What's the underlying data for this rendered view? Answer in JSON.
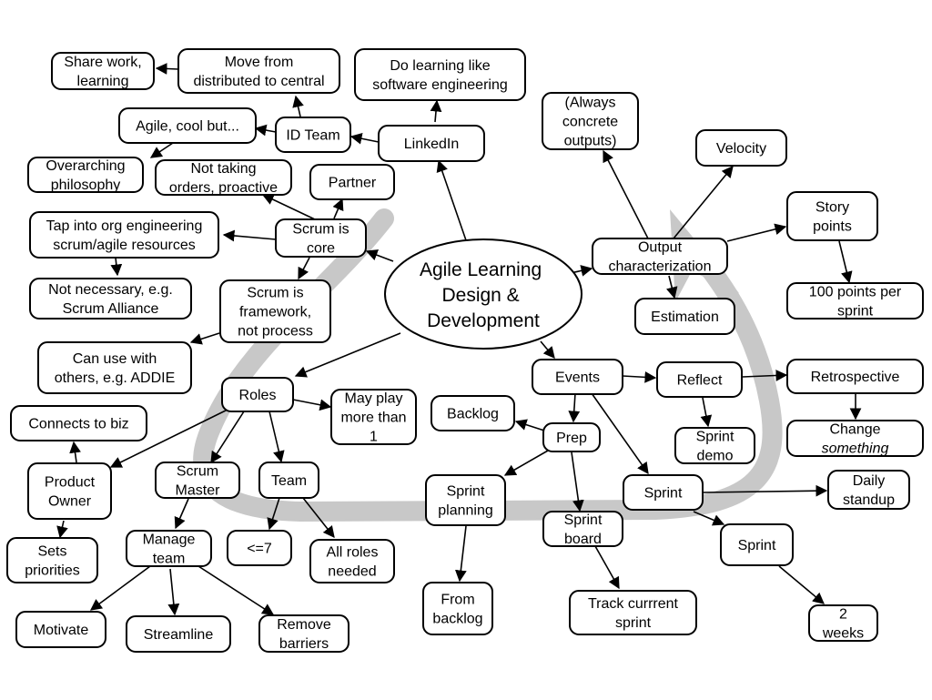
{
  "central": {
    "lines": [
      "Agile Learning",
      "Design &",
      "Development"
    ]
  },
  "nodes": [
    {
      "id": "share-work",
      "lines": [
        "Share work,",
        "learning"
      ]
    },
    {
      "id": "move-from",
      "lines": [
        "Move from",
        "distributed to central"
      ]
    },
    {
      "id": "do-learning",
      "lines": [
        "Do learning like",
        "software engineering"
      ]
    },
    {
      "id": "agile-cool",
      "lines": [
        "Agile, cool but..."
      ]
    },
    {
      "id": "id-team",
      "lines": [
        "ID Team"
      ]
    },
    {
      "id": "linkedin",
      "lines": [
        "LinkedIn"
      ]
    },
    {
      "id": "overarching",
      "lines": [
        "Overarching",
        "philosophy"
      ]
    },
    {
      "id": "not-taking",
      "lines": [
        "Not taking",
        "orders, proactive"
      ]
    },
    {
      "id": "partner",
      "lines": [
        "Partner"
      ]
    },
    {
      "id": "tap-into",
      "lines": [
        "Tap into org engineering",
        "scrum/agile resources"
      ]
    },
    {
      "id": "scrum-core",
      "lines": [
        "Scrum is",
        "core"
      ]
    },
    {
      "id": "not-necessary",
      "lines": [
        "Not necessary, e.g.",
        "Scrum Alliance"
      ]
    },
    {
      "id": "scrum-framework",
      "lines": [
        "Scrum is",
        "framework,",
        "not process"
      ]
    },
    {
      "id": "can-use",
      "lines": [
        "Can use with",
        "others, e.g. ADDIE"
      ]
    },
    {
      "id": "roles",
      "lines": [
        "Roles"
      ]
    },
    {
      "id": "may-play",
      "lines": [
        "May play",
        "more than",
        "1"
      ]
    },
    {
      "id": "connects-biz",
      "lines": [
        "Connects to biz"
      ]
    },
    {
      "id": "product-owner",
      "lines": [
        "Product",
        "Owner"
      ]
    },
    {
      "id": "scrum-master",
      "lines": [
        "Scrum",
        "Master"
      ]
    },
    {
      "id": "team",
      "lines": [
        "Team"
      ]
    },
    {
      "id": "sets-priorities",
      "lines": [
        "Sets",
        "priorities"
      ]
    },
    {
      "id": "manage-team",
      "lines": [
        "Manage",
        "team"
      ]
    },
    {
      "id": "le7",
      "lines": [
        "<=7"
      ]
    },
    {
      "id": "all-roles",
      "lines": [
        "All roles",
        "needed"
      ]
    },
    {
      "id": "motivate",
      "lines": [
        "Motivate"
      ]
    },
    {
      "id": "streamline",
      "lines": [
        "Streamline"
      ]
    },
    {
      "id": "remove-barriers",
      "lines": [
        "Remove",
        "barriers"
      ]
    },
    {
      "id": "always-concrete",
      "lines": [
        "(Always",
        "concrete",
        "outputs)"
      ]
    },
    {
      "id": "velocity",
      "lines": [
        "Velocity"
      ]
    },
    {
      "id": "story-points",
      "lines": [
        "Story",
        "points"
      ]
    },
    {
      "id": "output-char",
      "lines": [
        "Output",
        "characterization"
      ]
    },
    {
      "id": "estimation",
      "lines": [
        "Estimation"
      ]
    },
    {
      "id": "100-points",
      "lines": [
        "100 points per",
        "sprint"
      ]
    },
    {
      "id": "events",
      "lines": [
        "Events"
      ]
    },
    {
      "id": "reflect",
      "lines": [
        "Reflect"
      ]
    },
    {
      "id": "retrospective",
      "lines": [
        "Retrospective"
      ]
    },
    {
      "id": "backlog",
      "lines": [
        "Backlog"
      ]
    },
    {
      "id": "prep",
      "lines": [
        "Prep"
      ]
    },
    {
      "id": "sprint-demo",
      "lines": [
        "Sprint",
        "demo"
      ]
    },
    {
      "id": "change-something",
      "lines": [
        "Change",
        "something"
      ],
      "italic_line": 1
    },
    {
      "id": "sprint-planning",
      "lines": [
        "Sprint",
        "planning"
      ]
    },
    {
      "id": "sprint-main",
      "lines": [
        "Sprint"
      ]
    },
    {
      "id": "daily-standup",
      "lines": [
        "Daily",
        "standup"
      ]
    },
    {
      "id": "sprint-board",
      "lines": [
        "Sprint",
        "board"
      ]
    },
    {
      "id": "sprint-sub",
      "lines": [
        "Sprint"
      ]
    },
    {
      "id": "from-backlog",
      "lines": [
        "From",
        "backlog"
      ]
    },
    {
      "id": "track-current",
      "lines": [
        "Track currrent",
        "sprint"
      ]
    },
    {
      "id": "two-weeks",
      "lines": [
        "2",
        "weeks"
      ]
    }
  ]
}
